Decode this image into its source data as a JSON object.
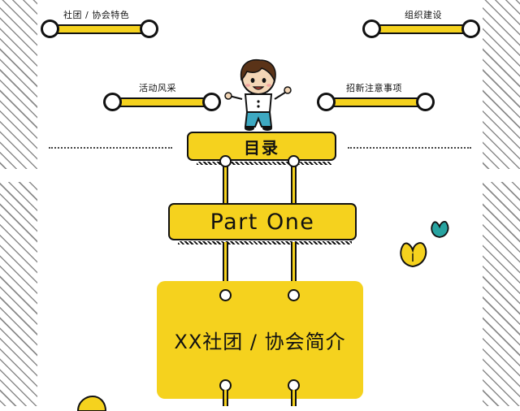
{
  "menu": {
    "item1": "社团 / 协会特色",
    "item2": "组织建设",
    "item3": "活动风采",
    "item4": "招新注意事项"
  },
  "directory": {
    "title": "目录"
  },
  "section": {
    "part": "Part One",
    "name": "XX社团 / 协会简介"
  },
  "colors": {
    "accent": "#f5d21e",
    "ink": "#111111",
    "teal": "#27a3a0"
  },
  "icons": [
    "cartoon-boy-icon",
    "leaf-icon"
  ]
}
